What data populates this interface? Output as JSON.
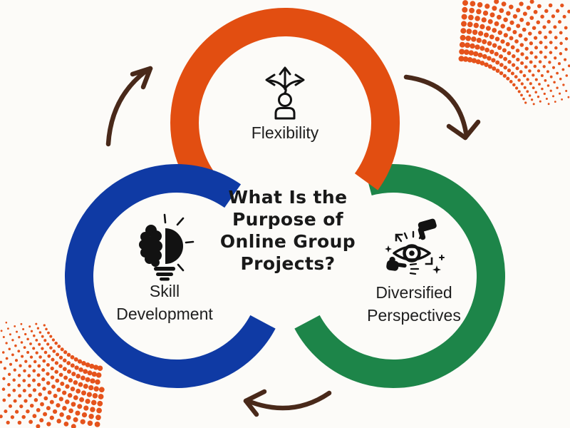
{
  "title": {
    "lines": [
      "What Is the",
      "Purpose of",
      "Online Group",
      "Projects?"
    ],
    "color": "#191919"
  },
  "nodes": [
    {
      "id": "flexibility",
      "label": "Flexibility",
      "color": "#E24E11",
      "icon": "person-branching-arrows-icon"
    },
    {
      "id": "skill-development",
      "lines": [
        "Skill",
        "Development"
      ],
      "color": "#0F3AA4",
      "icon": "brain-lightbulb-icon"
    },
    {
      "id": "diversified-perspectives",
      "lines": [
        "Diversified",
        "Perspectives"
      ],
      "color": "#1D8549",
      "icon": "eye-hands-feedback-icon"
    }
  ],
  "decor": {
    "dot_color": "#E5531C",
    "arrow_color": "#49291A",
    "icon_color": "#121212"
  }
}
